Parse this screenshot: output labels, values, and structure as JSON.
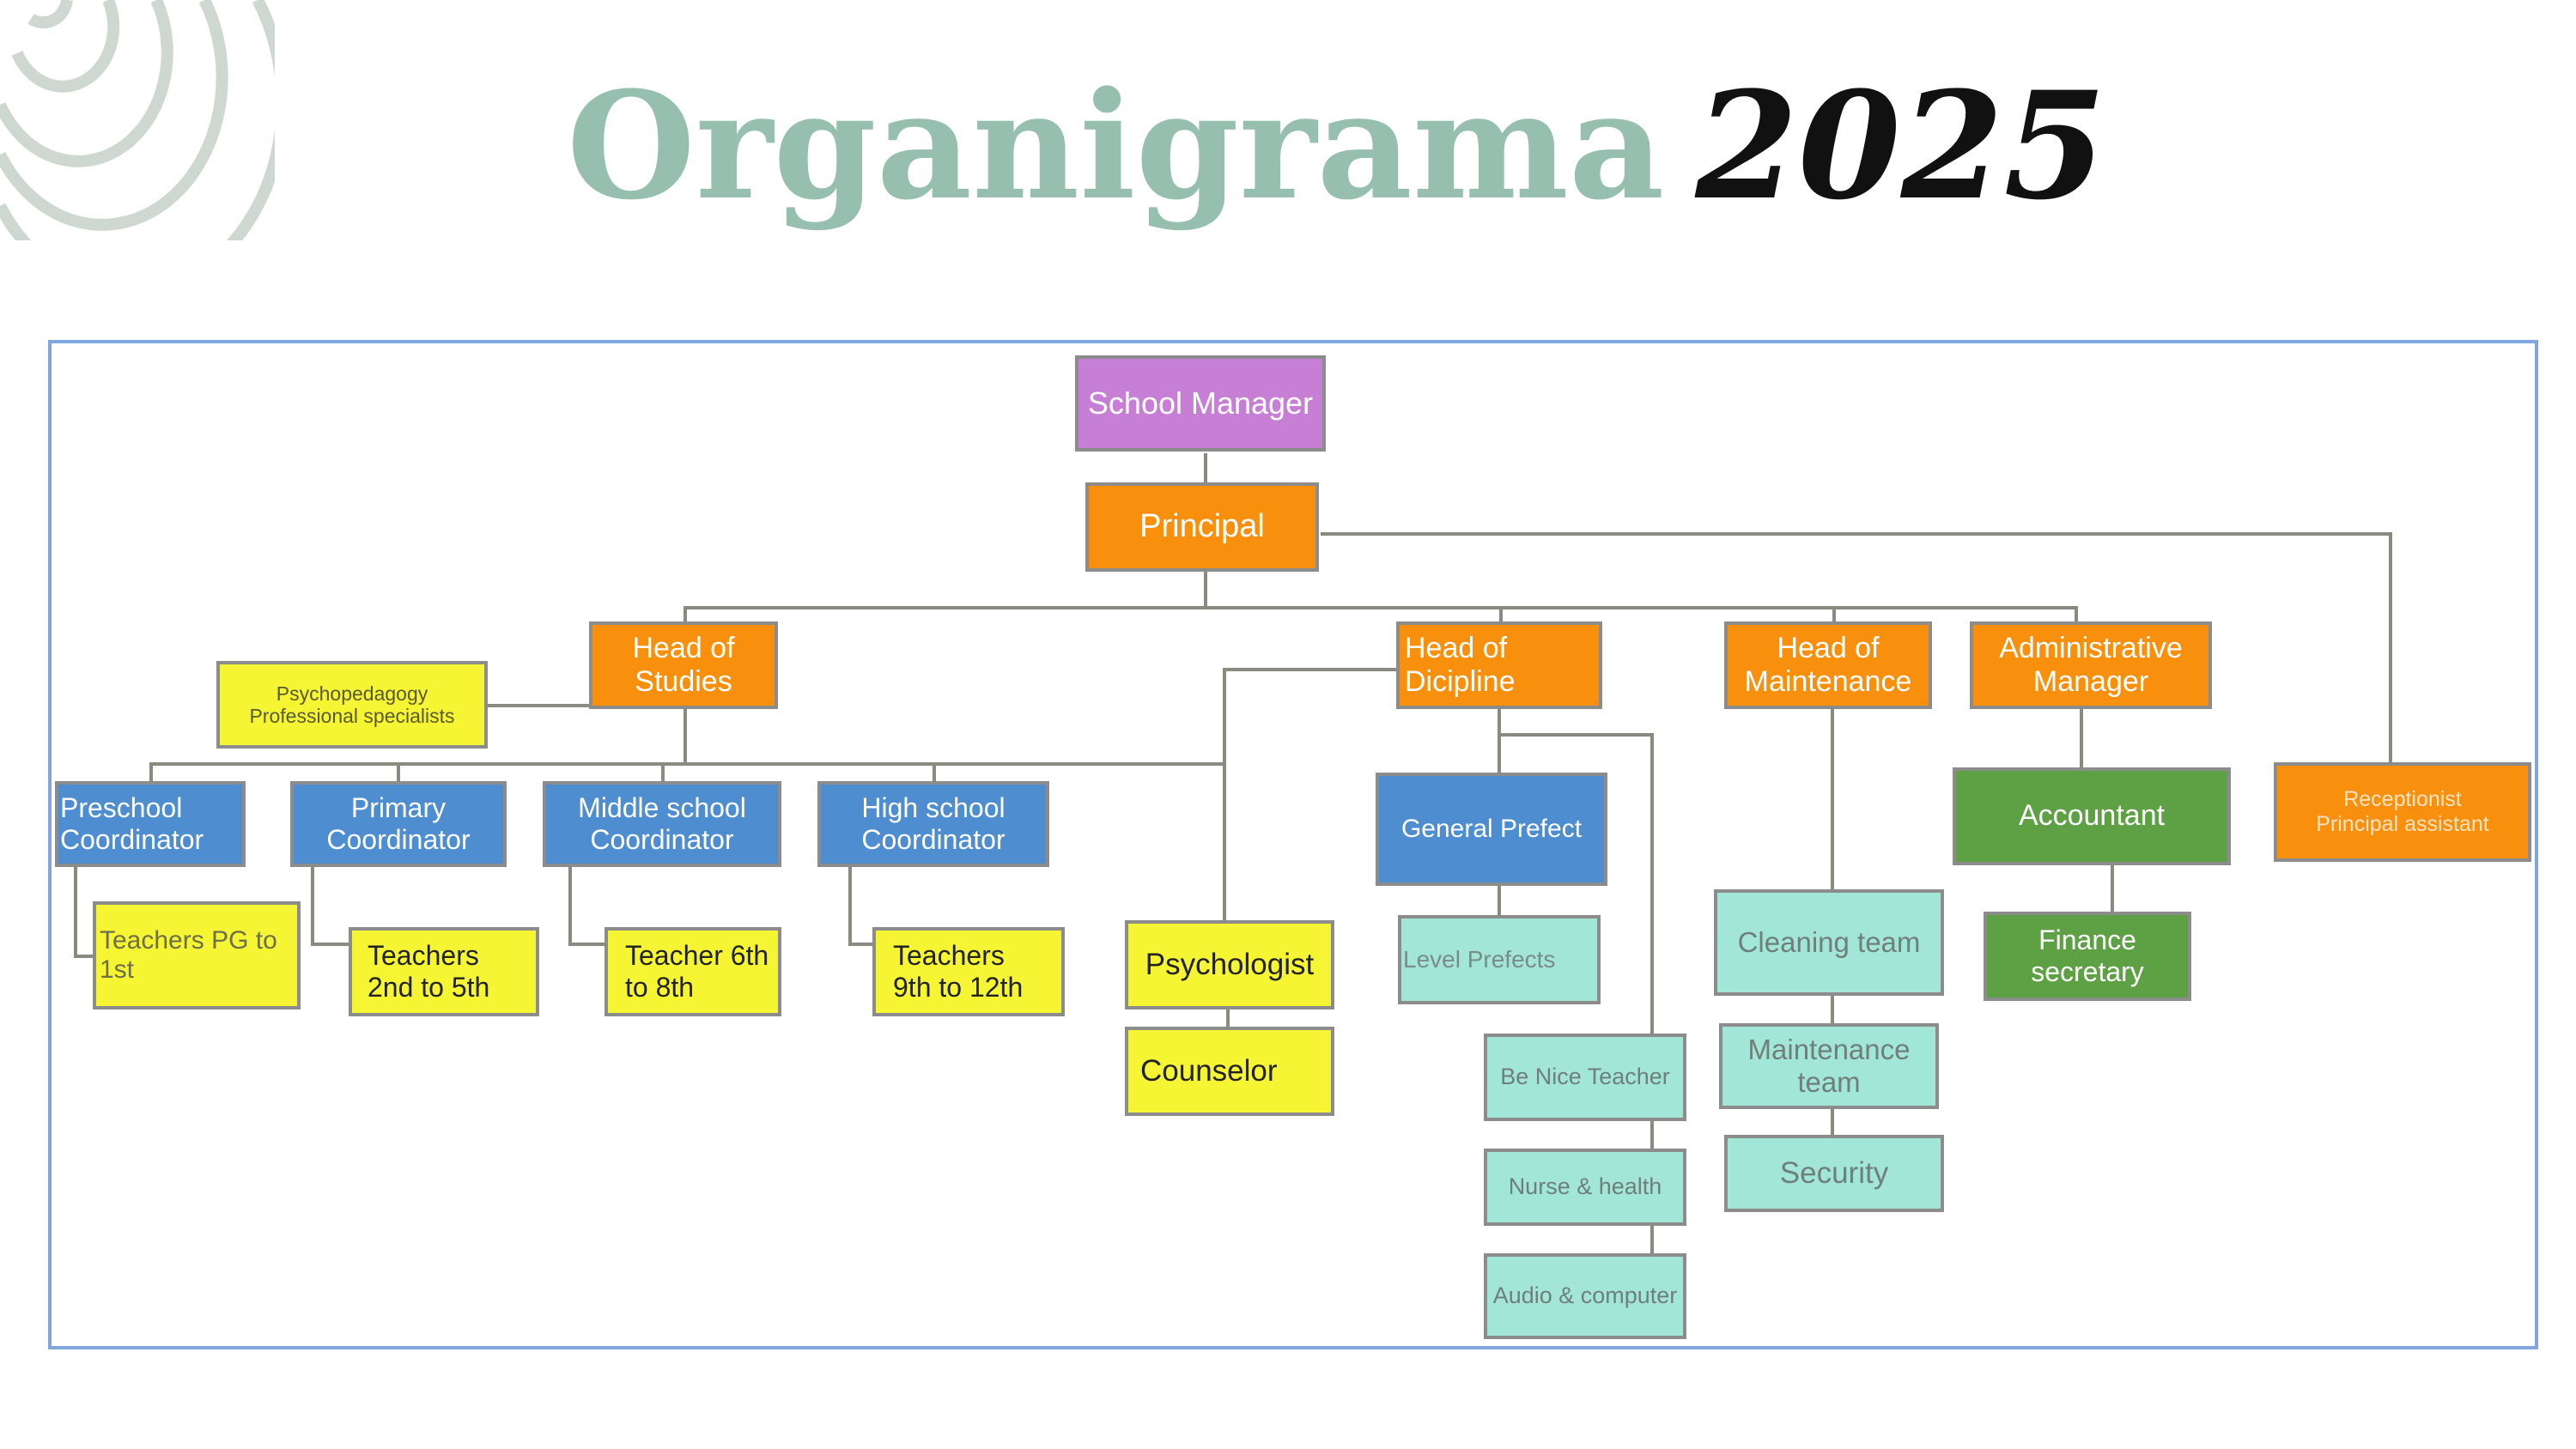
{
  "title": {
    "word": "Organigrama",
    "year": "2025"
  },
  "colors": {
    "magenta": "#c77fd6",
    "orange": "#f8900e",
    "yellow": "#f5f534",
    "blue": "#4d8dd0",
    "teal": "#a2e6d8",
    "green": "#5ea144",
    "frame": "#7fa6dd",
    "title_green": "#96bfb0"
  },
  "org": {
    "school_manager": "School Manager",
    "principal": "Principal",
    "head_of_studies": "Head of\nStudies",
    "head_of_discipline": "Head of\nDicipline",
    "head_of_maintenance": "Head of\nMaintenance",
    "administrative_manager": "Administrative\nManager",
    "psychopedagogy": "Psychopedagogy\nProfessional  specialists",
    "preschool_coordinator": "Preschool\nCoordinator",
    "primary_coordinator": "Primary\nCoordinator",
    "middle_school_coordinator": "Middle school\nCoordinator",
    "high_school_coordinator": "High school\nCoordinator",
    "teachers_pg": "Teachers PG to\n1st",
    "teachers_2nd_5th": "Teachers\n2nd to 5th",
    "teacher_6th_8th": "Teacher 6th\nto 8th",
    "teachers_9th_12th": "Teachers\n9th to 12th",
    "psychologist": "Psychologist",
    "counselor": "Counselor",
    "general_prefect": "General Prefect",
    "level_prefects": "Level Prefects",
    "be_nice_teacher": "Be Nice Teacher",
    "nurse_health": "Nurse & health",
    "audio_computer": "Audio & computer",
    "cleaning_team": "Cleaning team",
    "maintenance_team": "Maintenance\nteam",
    "security": "Security",
    "accountant": "Accountant",
    "finance_secretary": "Finance\nsecretary",
    "receptionist": "Receptionist\nPrincipal assistant"
  }
}
